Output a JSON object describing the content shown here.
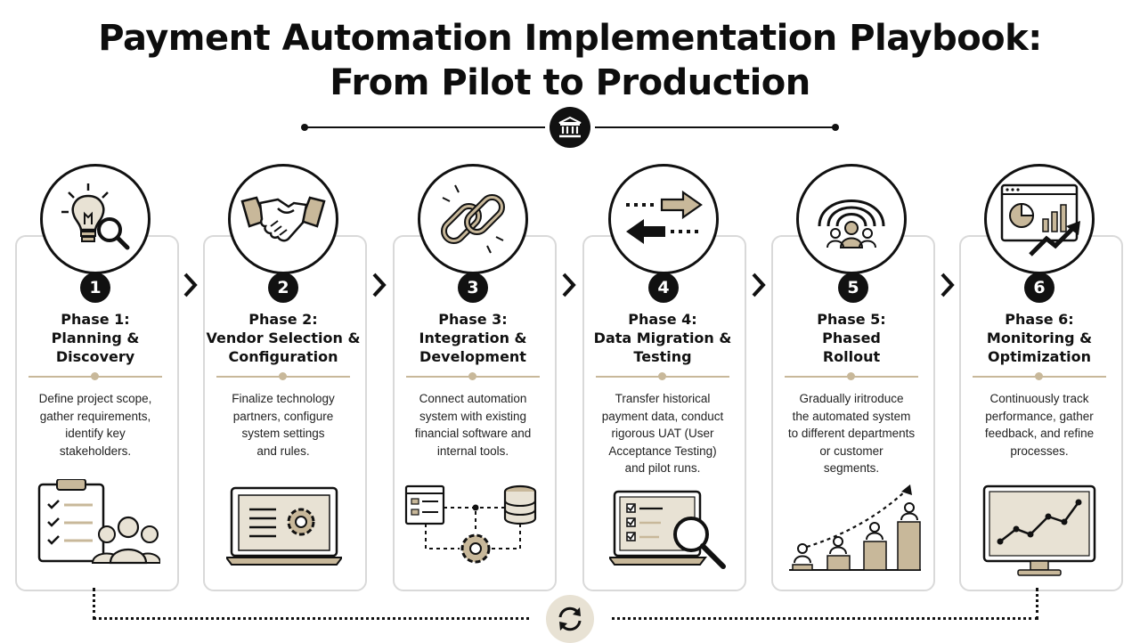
{
  "header": {
    "title_line1": "Payment Automation Implementation Playbook:",
    "title_line2": "From Pilot to Production",
    "badge_icon": "bank-icon"
  },
  "phases": [
    {
      "number": "1",
      "title_line1": "Phase 1:",
      "title_line2": "Planning &",
      "title_line3": "Discovery",
      "desc": [
        "Define project scope,",
        "gather requirements,",
        "identify key",
        "stakeholders."
      ],
      "icon": "lightbulb-magnifier-icon",
      "illustration": "checklist-team-illustration"
    },
    {
      "number": "2",
      "title_line1": "Phase 2:",
      "title_line2": "Vendor Selection &",
      "title_line3": "Configuration",
      "desc": [
        "Finalize technology",
        "partners, configure",
        "system settings",
        "and rules."
      ],
      "icon": "handshake-icon",
      "illustration": "laptop-gear-illustration"
    },
    {
      "number": "3",
      "title_line1": "Phase 3:",
      "title_line2": "Integration &",
      "title_line3": "Development",
      "desc": [
        "Connect automation",
        "system with existing",
        "financial software and",
        "internal tools."
      ],
      "icon": "chain-link-icon",
      "illustration": "system-database-illustration"
    },
    {
      "number": "4",
      "title_line1": "Phase 4:",
      "title_line2": "Data Migration &",
      "title_line3": "Testing",
      "desc": [
        "Transfer historical",
        "payment data, conduct",
        "rigorous UAT (User",
        "Acceptance Testing)",
        "and pilot runs."
      ],
      "icon": "transfer-arrows-icon",
      "illustration": "laptop-checklist-magnifier-illustration"
    },
    {
      "number": "5",
      "title_line1": "Phase 5:",
      "title_line2": "Phased",
      "title_line3": "Rollout",
      "desc": [
        "Gradually iritroduce",
        "the automated system",
        "to different departments",
        "or customer",
        "segments."
      ],
      "icon": "broadcast-people-icon",
      "illustration": "growth-podium-illustration"
    },
    {
      "number": "6",
      "title_line1": "Phase 6:",
      "title_line2": "Monitoring &",
      "title_line3": "Optimization",
      "desc": [
        "Continuously track",
        "performance, gather",
        "feedback, and refine",
        "processes."
      ],
      "icon": "dashboard-growth-icon",
      "illustration": "monitor-line-chart-illustration"
    }
  ],
  "footer": {
    "loop_icon": "refresh-cycle-icon"
  },
  "colors": {
    "accent": "#111111",
    "beige": "#c8b89a",
    "beige_fill": "#e8e2d4",
    "card_border": "#d9d9d9"
  }
}
